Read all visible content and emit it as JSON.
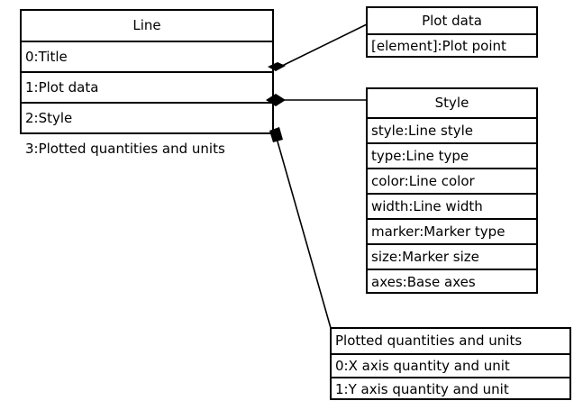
{
  "diagram": {
    "type": "uml-class-composition",
    "background_color": "#ffffff",
    "line_color": "#000000",
    "text_color": "#000000"
  },
  "boxes": {
    "line": {
      "title": "Line",
      "rows": [
        "0:Title",
        "1:Plot data",
        "2:Style",
        "3:Plotted quantities and units"
      ]
    },
    "plot_data": {
      "title": "Plot data",
      "rows": [
        "[element]:Plot point"
      ]
    },
    "style": {
      "title": "Style",
      "rows": [
        "style:Line style",
        "type:Line type",
        "color:Line color",
        "width:Line width",
        "marker:Marker type",
        "size:Marker size",
        "axes:Base axes"
      ]
    },
    "plotted_quantities": {
      "title": "Plotted quantities and units",
      "rows": [
        "0:X axis quantity and unit",
        "1:Y axis quantity and unit"
      ]
    }
  },
  "connectors": [
    {
      "name": "line-to-plot-data",
      "from": "line",
      "to": "plot_data",
      "marker": "filled-diamond"
    },
    {
      "name": "line-to-style",
      "from": "line",
      "to": "style",
      "marker": "filled-diamond"
    },
    {
      "name": "line-to-plotted-quantities",
      "from": "line",
      "to": "plotted_quantities",
      "marker": "filled-diamond"
    }
  ]
}
